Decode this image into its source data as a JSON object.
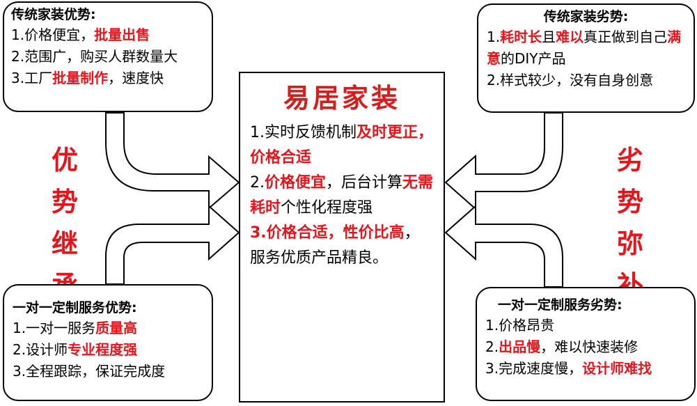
{
  "top_left": {
    "title": "传统家装优势:",
    "line1_prefix": "1.价格便宜，",
    "line1_red": "批量出售",
    "line2": "2.范围广，购买人群数量大",
    "line3_prefix": "3.工厂",
    "line3_red": "批量制作",
    "line3_suffix": "，速度快"
  },
  "top_right": {
    "title": "传统家装劣势:",
    "l1_a": "1.",
    "l1_red1": "耗时长",
    "l1_b": "且",
    "l1_red2": "难以",
    "l1_c": "真正做到自己",
    "l1_red3": "满意",
    "l1_d": "的DIY产品",
    "l2": "2.样式较少，没有自身创意"
  },
  "left_label": "优势继承",
  "right_label": "劣势弥补",
  "center": {
    "title": "易居家装",
    "p1_a": "1.实时反馈机制",
    "p1_red": "及时更正，价格合适",
    "p2_a": "2.",
    "p2_red1": "价格便宜",
    "p2_b": "，后台计算",
    "p2_red2": "无需耗时",
    "p2_c": "个性化程度强",
    "p3_red": "3.价格合适，性价比高",
    "p3_b": "，服务优质产品精良。"
  },
  "bottom_left": {
    "title": "一对一定制服务优势:",
    "l1_a": "1.一对一服务",
    "l1_red": "质量高",
    "l2_a": "2.设计师",
    "l2_red": "专业程度强",
    "l3": "3.全程跟踪，保证完成度"
  },
  "bottom_right": {
    "title": "一对一定制服务劣势:",
    "l1": "1.价格昂贵",
    "l2_a": "2.",
    "l2_red": "出品慢",
    "l2_b": "，难以快速装修",
    "l3_a": "3.完成速度慢，",
    "l3_red": "设计师难找"
  }
}
